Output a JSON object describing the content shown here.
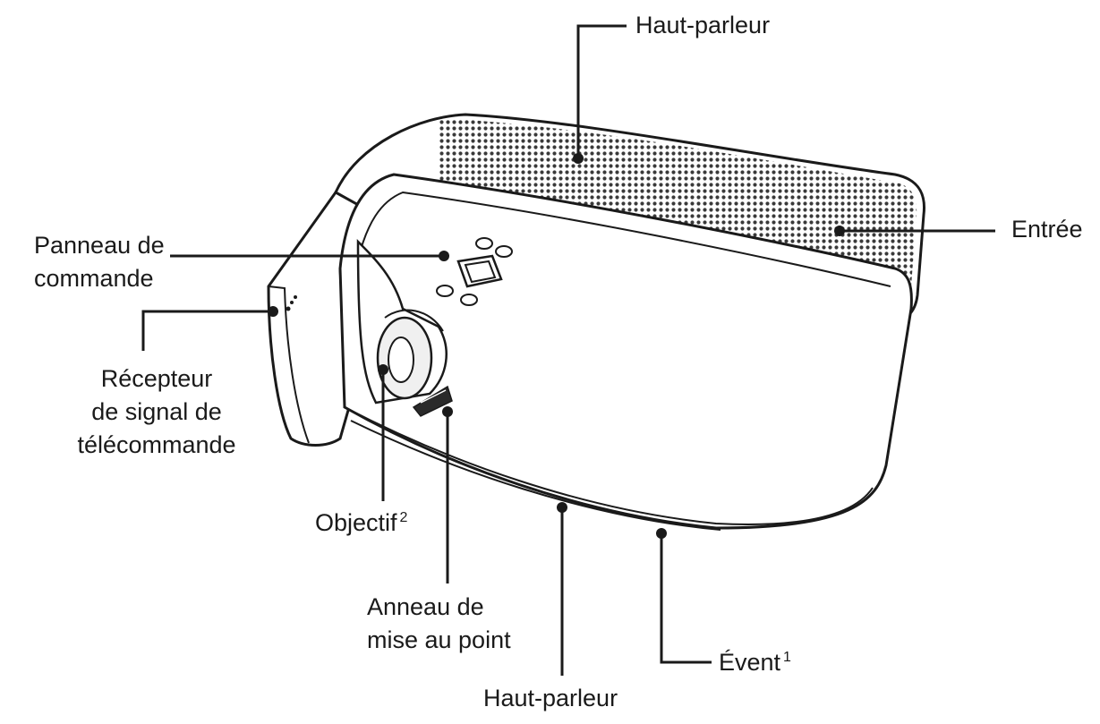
{
  "labels": {
    "speaker_top": "Haut-parleur",
    "input": "Entrée",
    "control_panel_line1": "Panneau de",
    "control_panel_line2": "commande",
    "receiver_line1": "Récepteur",
    "receiver_line2": "de signal de",
    "receiver_line3": "télécommande",
    "lens": "Objectif",
    "lens_note": "2",
    "focus_ring_line1": "Anneau de",
    "focus_ring_line2": "mise au point",
    "vent": "Évent",
    "vent_note": "1",
    "speaker_bottom": "Haut-parleur"
  }
}
